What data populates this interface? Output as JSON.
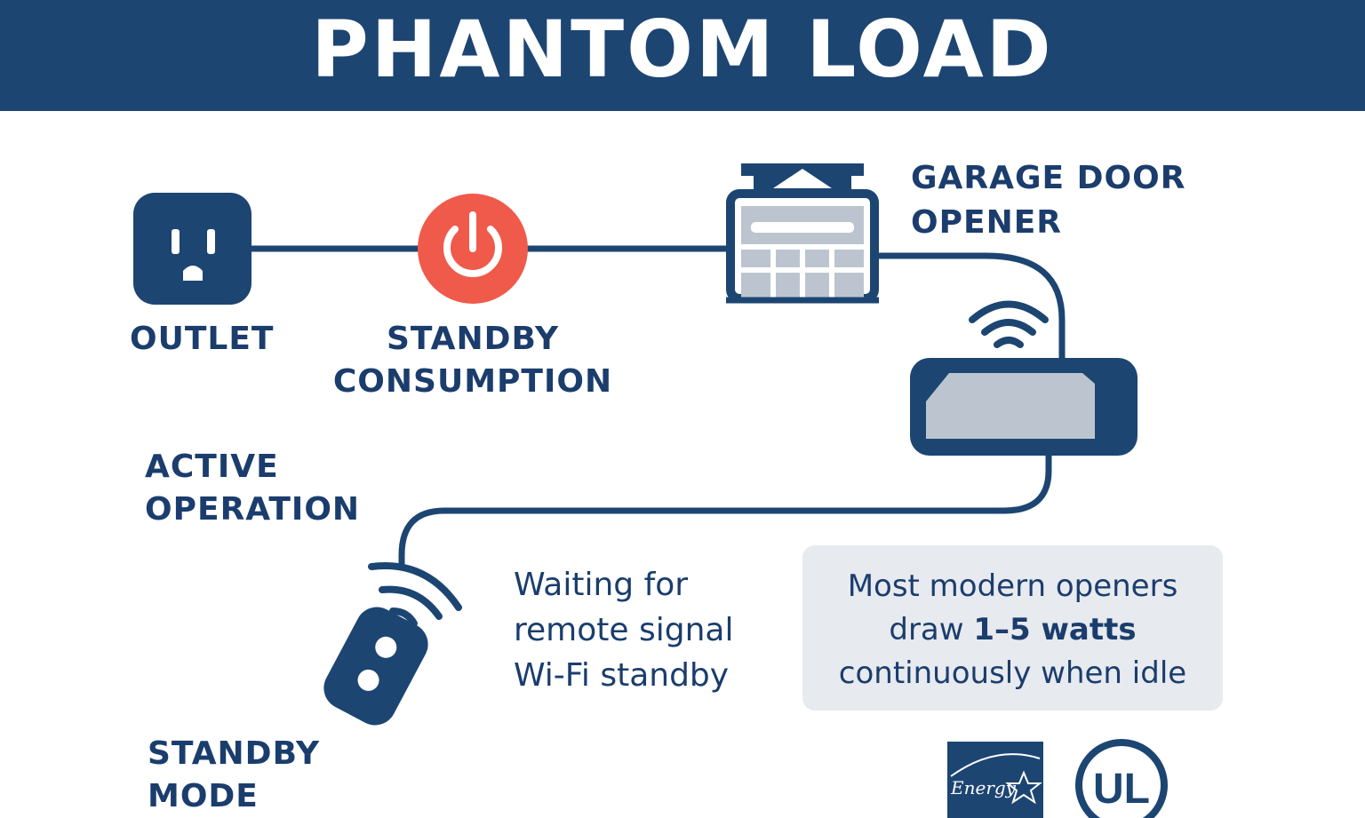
{
  "title": "PHANTOM LOAD",
  "colors": {
    "navy": "#1c4572",
    "accent_red": "#ef5a4b",
    "panel_grey": "#bcc5cf",
    "note_bg": "#e7eaee"
  },
  "nodes": {
    "outlet": {
      "label": "OUTLET",
      "icon": "outlet-icon"
    },
    "standby_consumption": {
      "label_lines": [
        "STANDBY",
        "CONSUMPTION"
      ],
      "icon": "power-icon"
    },
    "garage_door_opener": {
      "label_lines": [
        "GARAGE DOOR",
        "OPENER"
      ],
      "icon": "garage-door-icon"
    },
    "opener_unit": {
      "icon": "wifi-router-icon"
    },
    "active_operation": {
      "label_lines": [
        "ACTIVE",
        "OPERATION"
      ]
    },
    "standby_mode": {
      "label_lines": [
        "STANDBY",
        "MODE"
      ],
      "icon": "remote-control-icon"
    }
  },
  "description_lines": [
    "Waiting for",
    "remote signal",
    "Wi-Fi standby"
  ],
  "note": {
    "line1": "Most modern openers",
    "line2_prefix": "draw ",
    "line2_bold": "1–5 watts",
    "line3": "continuously when idle"
  },
  "certifications": {
    "energy_star": {
      "text": "Energy",
      "icon": "energy-star-logo"
    },
    "ul": {
      "text": "UL",
      "icon": "ul-listed-logo"
    }
  }
}
